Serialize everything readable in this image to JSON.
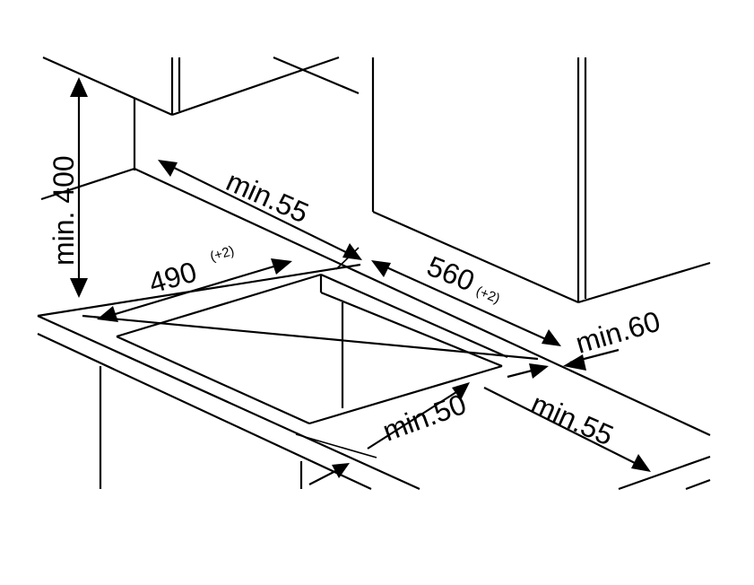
{
  "dimensions": {
    "height_min": "min. 400",
    "rear_min": "min.55",
    "depth": "490",
    "depth_tol": "(+2)",
    "width": "560",
    "width_tol": "(+2)",
    "side_min": "min.60",
    "front_min": "min.50",
    "right_min": "min.55"
  }
}
